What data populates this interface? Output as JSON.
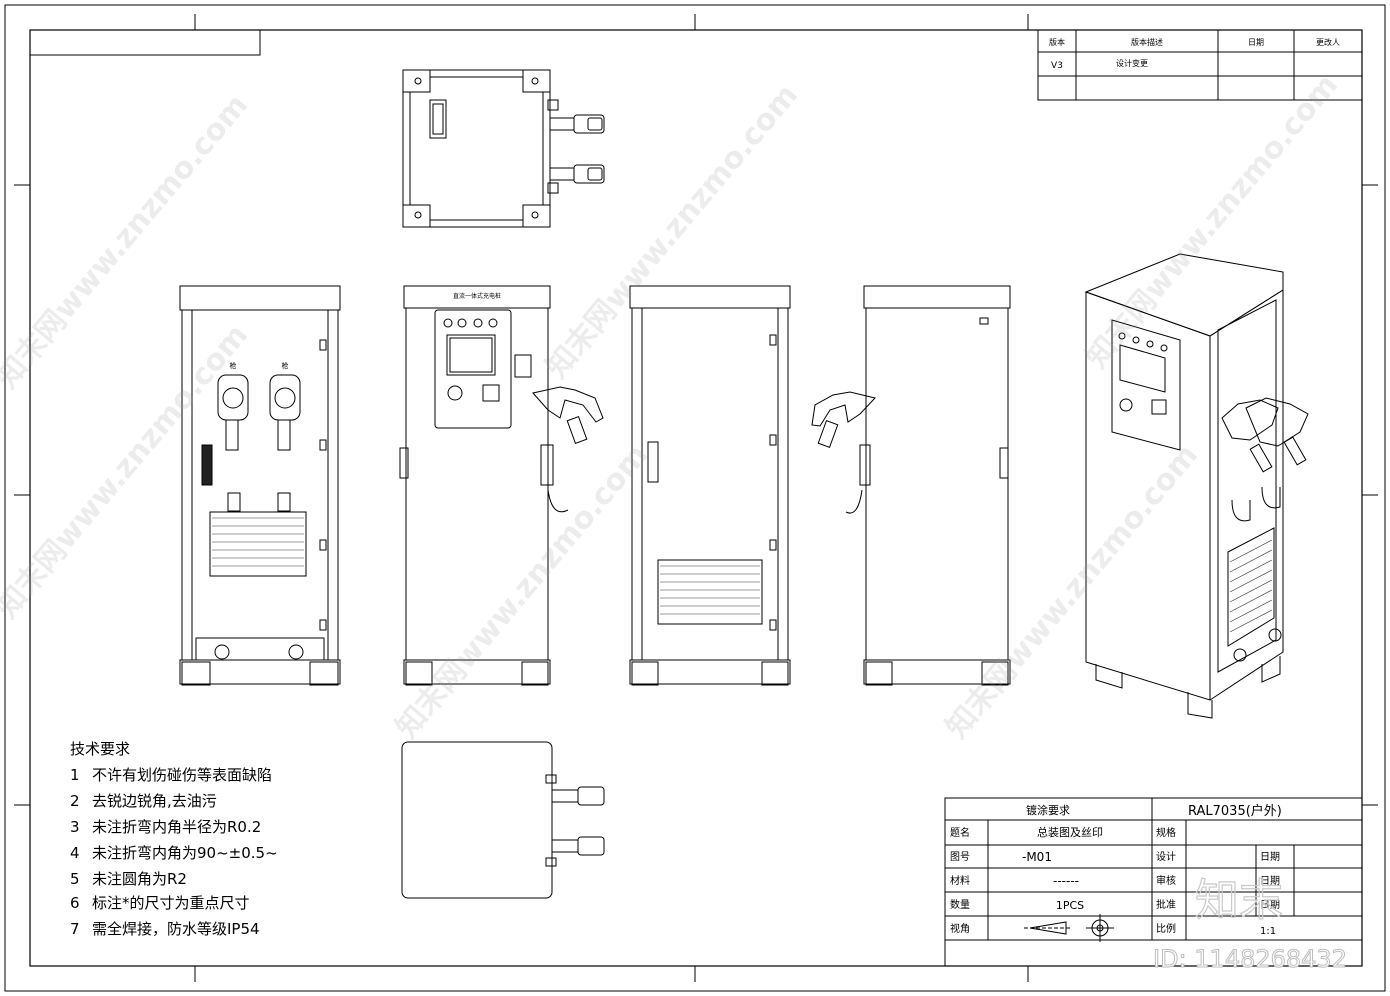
{
  "revision_table": {
    "headers": [
      "版本",
      "版本描述",
      "日期",
      "更改人"
    ],
    "rows": [
      [
        "V3",
        "设计变更",
        "",
        ""
      ]
    ]
  },
  "front_panel_title": "直流一体式充电桩",
  "side_labels": [
    "枪",
    "枪"
  ],
  "tech_requirements": {
    "title": "技术要求",
    "items": [
      {
        "num": "1",
        "text": "不许有划伤碰伤等表面缺陷"
      },
      {
        "num": "2",
        "text": "去锐边锐角,去油污"
      },
      {
        "num": "3",
        "text": "未注折弯内角半径为R0.2"
      },
      {
        "num": "4",
        "text": "未注折弯内角为90~±0.5~"
      },
      {
        "num": "5",
        "text": "未注圆角为R2"
      },
      {
        "num": "6",
        "text": "标注*的尺寸为重点尺寸"
      },
      {
        "num": "7",
        "text": "需全焊接，防水等级IP54"
      }
    ]
  },
  "title_block": {
    "coating_label": "镀涂要求",
    "coating_value": "RAL7035(户外)",
    "name_label": "题名",
    "name_value": "总装图及丝印",
    "spec_label": "规格",
    "drawing_no_label": "图号",
    "drawing_no_value": "-M01",
    "design_label": "设计",
    "date_label_1": "日期",
    "material_label": "材料",
    "material_value": "------",
    "review_label": "审核",
    "date_label_2": "日期",
    "quantity_label": "数量",
    "quantity_value": "1PCS",
    "approve_label": "批准",
    "date_label_3": "日期",
    "view_label": "视角",
    "scale_label": "比例",
    "scale_value": "1:1"
  },
  "watermark": {
    "site": "知末网www.znzmo.com",
    "brand": "知末",
    "id": "ID: 1148268432"
  }
}
